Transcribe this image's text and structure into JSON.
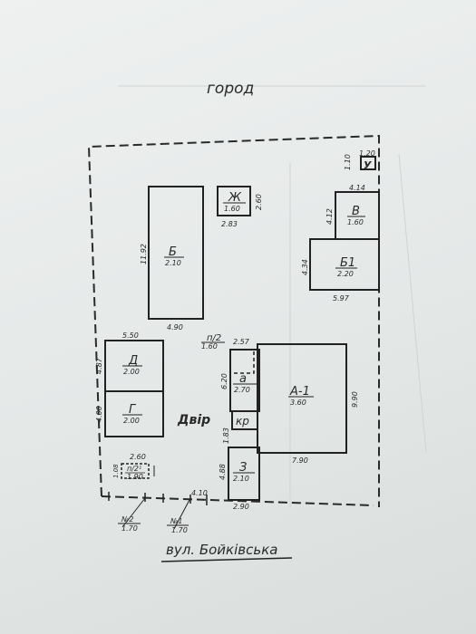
{
  "labels": {
    "garden": "город",
    "street": "вул. Бойківська",
    "yard": "Двір"
  },
  "corner": {
    "w": "1.20",
    "h": "1.10",
    "mark": "У"
  },
  "buildings": {
    "zh": {
      "name": "Ж",
      "height": "1.60",
      "width": "2.83",
      "length": "2.60"
    },
    "b": {
      "name": "Б",
      "height": "2.10",
      "width": "4.90",
      "length": "11.92"
    },
    "v": {
      "name": "В",
      "height": "1.60",
      "width": "4.14",
      "length": "4.12"
    },
    "b1": {
      "name": "Б1",
      "height": "2.20",
      "width": "5.97",
      "length": "4.34"
    },
    "d": {
      "name": "Д",
      "height": "2.00",
      "width": "5.50",
      "length": "4.87"
    },
    "g": {
      "name": "Г",
      "height": "2.00",
      "length": "4.00"
    },
    "p2": {
      "name": "п/2",
      "height": "1.60",
      "width": "2.57"
    },
    "a": {
      "name": "а",
      "height": "2.70",
      "length": "6.20"
    },
    "a1": {
      "name": "А-1",
      "height": "3.60",
      "width": "7.90",
      "length": "9.90"
    },
    "kr": {
      "name": "кр",
      "length": "1.83"
    },
    "z": {
      "name": "З",
      "height": "2.10",
      "width": "2.90",
      "length": "4.88"
    },
    "pn": {
      "name": "п/2¹",
      "height": "1.90",
      "width": "2.60",
      "side": "1.08"
    }
  },
  "gates": {
    "dist": "4.10",
    "gate2": {
      "name": "№2",
      "width": "1.70"
    },
    "gate1": {
      "name": "№1",
      "width": "1.70"
    }
  }
}
